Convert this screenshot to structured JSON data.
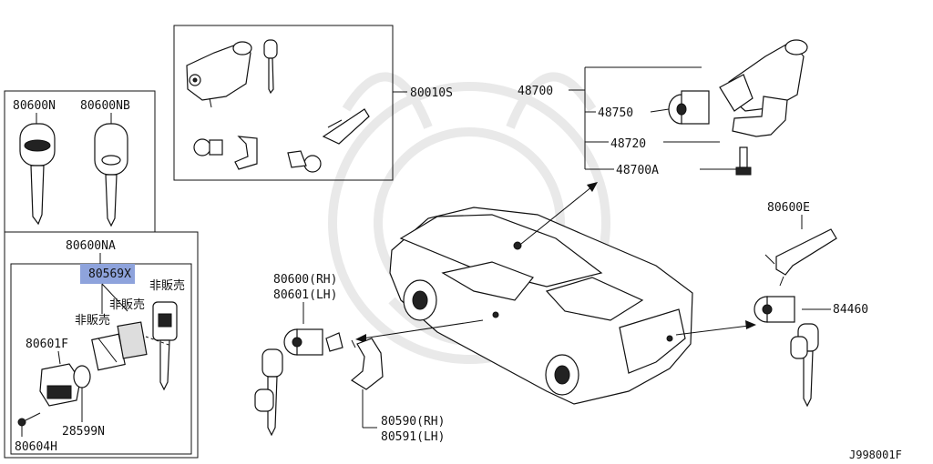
{
  "diagram_code": "J998001F",
  "colors": {
    "highlight": "#8ea3dc",
    "line": "#111111"
  },
  "groups": {
    "top_set": "80010S",
    "keys": [
      "80600N",
      "80600NB"
    ],
    "fob_set": "80600NA"
  },
  "parts": {
    "highlighted": "80569X",
    "not_sold_1": "非販売",
    "not_sold_2": "非販売",
    "not_sold_3": "非販売",
    "fob_case": "80601F",
    "battery": "28599N",
    "screw": "80604H",
    "ignition": "48700",
    "ignition_cyl": "48750",
    "ignition_clamp": "48720",
    "ignition_bolt": "48700A",
    "door_cyl_rh": "80600(RH)",
    "door_cyl_lh": "80601(LH)",
    "door_bracket_rh": "80590(RH)",
    "door_bracket_lh": "80591(LH)",
    "trunk_key": "80600E",
    "trunk_cyl": "84460"
  }
}
